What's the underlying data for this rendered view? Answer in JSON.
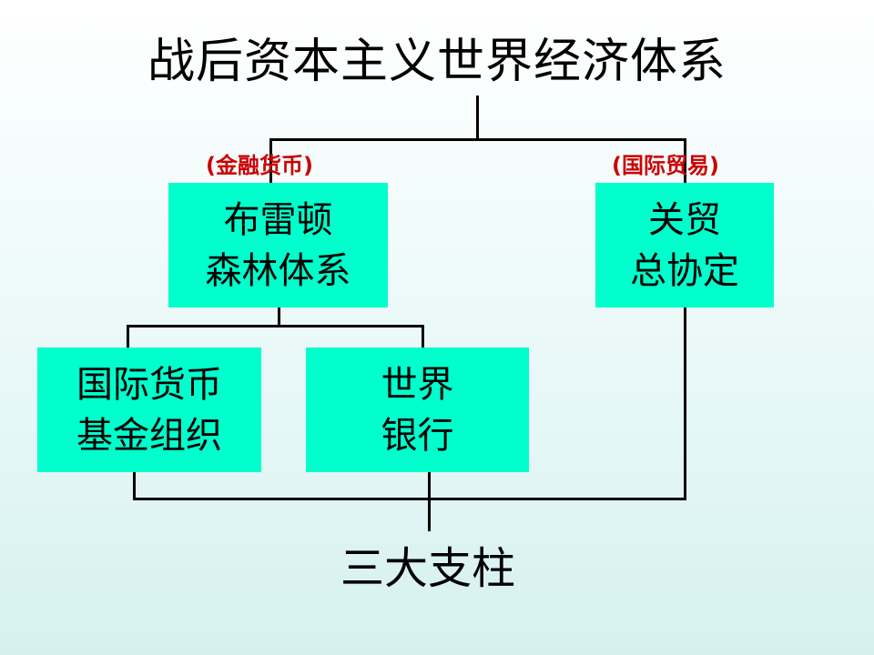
{
  "title": "战后资本主义世界经济体系",
  "labels": {
    "finance": "(金融货币)",
    "trade": "(国际贸易)"
  },
  "boxes": {
    "bretton_woods": {
      "line1": "布雷顿",
      "line2": "森林体系"
    },
    "gatt": {
      "line1": "关贸",
      "line2": "总协定"
    },
    "imf": {
      "line1": "国际货币",
      "line2": "基金组织"
    },
    "world_bank": {
      "line1": "世界",
      "line2": "银行"
    }
  },
  "footer": "三大支柱",
  "colors": {
    "box_fill": "#00ffcc",
    "label_text": "#cc0000",
    "line": "#000000"
  }
}
